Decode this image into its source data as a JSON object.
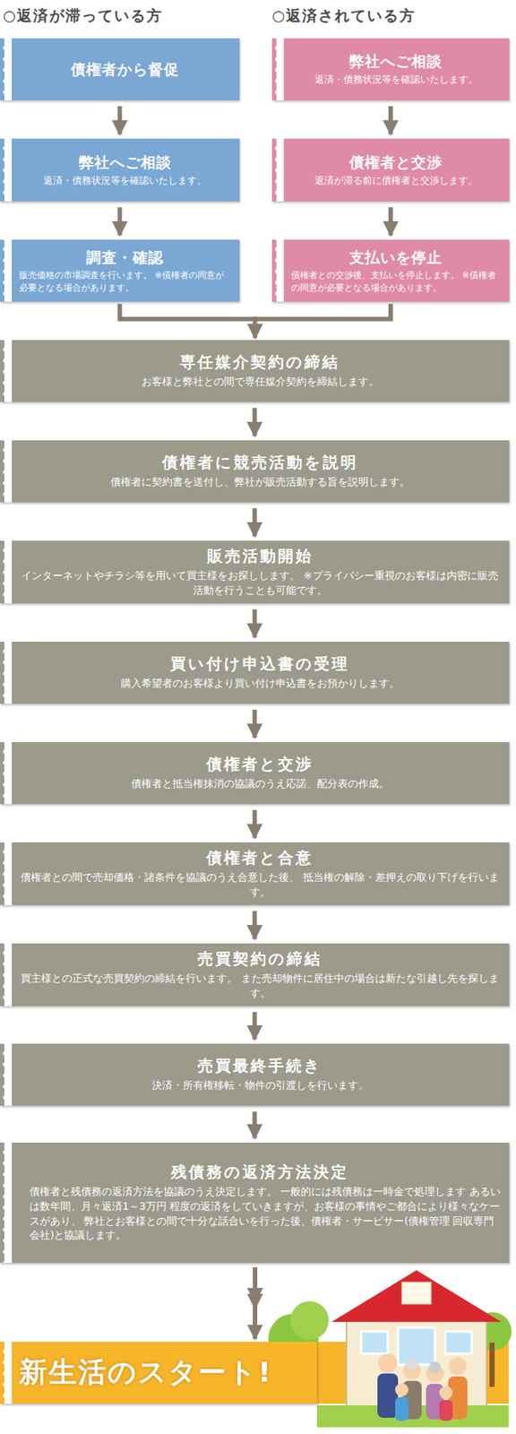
{
  "diagram": {
    "nodes": [
      {
        "text": [
          "債権者から督促"
        ]
      },
      {
        "text": [
          "弊社へご相談",
          "返済・債務状況等を確認いたします。"
        ]
      },
      {
        "text": [
          "調査・確認",
          "販売価格の市場調査を行います。 ※債権者の同意が必要となる場合があります。"
        ]
      },
      {
        "text": [
          "弊社へご相談",
          "返済・債務状況等を確認いたします。"
        ]
      },
      {
        "text": [
          "債権者と交渉",
          "返済が滞る前に債権者と交渉します。"
        ]
      },
      {
        "text": [
          "支払いを停止",
          "債権者との交渉後、支払いを停止します。 ※債権者の同意が必要となる場合があります。"
        ]
      },
      {
        "text": [
          "専任媒介契約の締結",
          "お客様と弊社との間で専任媒介契約を締結します。"
        ]
      },
      {
        "text": [
          "債権者に競売活動を説明",
          "債権者に契約書を送付し、弊社が販売活動する旨を説明します。"
        ]
      },
      {
        "text": [
          "販売活動開始",
          "インターネットやチラシ等を用いて買主様をお探しします。 ※プライバシー重視のお客様は内密に販売活動を行うことも可能です。"
        ]
      },
      {
        "text": [
          "買い付け申込書の受理",
          "購入希望者のお客様より買い付け申込書をお預かりします。"
        ]
      },
      {
        "text": [
          "債権者と交渉",
          "債権者と抵当権抹消の協議のうえ応諾、配分表の作成。"
        ]
      },
      {
        "text": [
          "債権者と合意",
          "債権者との間で売却価格・諸条件を協議のうえ合意した後、 抵当権の解除・差押えの取り下げを行います。"
        ]
      },
      {
        "text": [
          "売買契約の締結",
          "買主様との正式な売買契約の締結を行います。 また売却物件に居住中の場合は新たな引越し先を探します。"
        ]
      },
      {
        "text": [
          "売買最終手続き",
          "決済・所有権移転・物件の引渡しを行います。"
        ]
      },
      {
        "text": [
          "残債務の返済方法決定",
          "債権者と残債務の返済方法を協議のうえ決定します。 一般的には残債務は一時金で処理します あるいは数年間、月々返済1～3万円 程度の返済をしていきますが、お客様の事情やご都合により様々なケースがあり、 弊社とお客様との間で十分な話合いを行った後、債権者・サービサー(債権管理 回収専門会社)と協議します。"
        ]
      },
      {
        "text": [
          "新生活のスタート!"
        ]
      }
    ],
    "edges": [
      {
        "from": 0,
        "to": 1,
        "arrow": "to"
      },
      {
        "from": 1,
        "to": 2,
        "arrow": "to"
      },
      {
        "from": 3,
        "to": 4,
        "arrow": "to"
      },
      {
        "from": 4,
        "to": 5,
        "arrow": "to"
      },
      {
        "from": 2,
        "to": 6,
        "arrow": "to"
      },
      {
        "from": 5,
        "to": 6,
        "arrow": "to"
      },
      {
        "from": 6,
        "to": 7,
        "arrow": "to"
      },
      {
        "from": 7,
        "to": 8,
        "arrow": "to"
      },
      {
        "from": 8,
        "to": 9,
        "arrow": "to"
      },
      {
        "from": 9,
        "to": 10,
        "arrow": "to"
      },
      {
        "from": 10,
        "to": 11,
        "arrow": "to"
      },
      {
        "from": 11,
        "to": 12,
        "arrow": "to"
      },
      {
        "from": 12,
        "to": 13,
        "arrow": "to"
      },
      {
        "from": 13,
        "to": 14,
        "arrow": "to"
      },
      {
        "from": 14,
        "to": 15,
        "arrow": "to"
      }
    ],
    "labels": [
      "○返済が滞っている方",
      "○返済されている方"
    ]
  }
}
